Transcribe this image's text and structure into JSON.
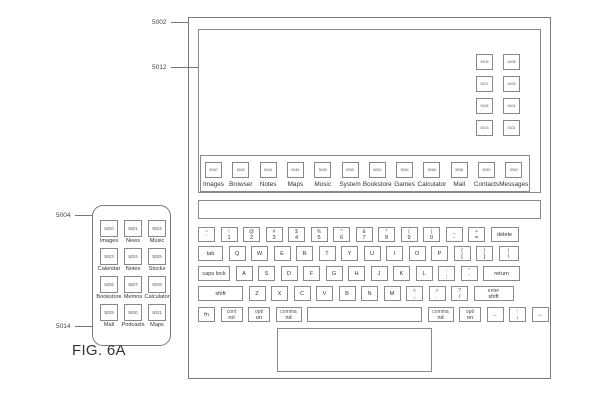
{
  "figure_label": "FIG. 6A",
  "refs": {
    "device": "5002",
    "display": "5012",
    "phone": "5004",
    "phone_dock": "5014"
  },
  "screen_tiles": [
    {
      "code": "5109"
    },
    {
      "code": "5108"
    },
    {
      "code": "5107"
    },
    {
      "code": "5106"
    },
    {
      "code": "5105"
    },
    {
      "code": "5104"
    },
    {
      "code": "5103"
    },
    {
      "code": "5102"
    }
  ],
  "dock_apps": [
    {
      "code": "5040",
      "label": "Images"
    },
    {
      "code": "5042",
      "label": "Browser"
    },
    {
      "code": "5044",
      "label": "Notes"
    },
    {
      "code": "5046",
      "label": "Maps"
    },
    {
      "code": "5048",
      "label": "Music"
    },
    {
      "code": "5050",
      "label": "System"
    },
    {
      "code": "5052",
      "label": "Bookstore"
    },
    {
      "code": "5054",
      "label": "Games"
    },
    {
      "code": "5056",
      "label": "Calculator"
    },
    {
      "code": "5058",
      "label": "Mail"
    },
    {
      "code": "5060",
      "label": "Contacts"
    },
    {
      "code": "5062",
      "label": "Messages"
    }
  ],
  "keyboard": {
    "row1": [
      {
        "top": "~",
        "bot": "`"
      },
      {
        "top": "!",
        "bot": "1"
      },
      {
        "top": "@",
        "bot": "2"
      },
      {
        "top": "#",
        "bot": "3"
      },
      {
        "top": "$",
        "bot": "4"
      },
      {
        "top": "%",
        "bot": "5"
      },
      {
        "top": "^",
        "bot": "6"
      },
      {
        "top": "&",
        "bot": "7"
      },
      {
        "top": "*",
        "bot": "8"
      },
      {
        "top": "(",
        "bot": "9"
      },
      {
        "top": ")",
        "bot": "0"
      },
      {
        "top": "_",
        "bot": "-"
      },
      {
        "top": "+",
        "bot": "="
      },
      {
        "top": "",
        "bot": "delete"
      }
    ],
    "row2": [
      {
        "top": "",
        "bot": "tab"
      },
      {
        "top": "",
        "bot": "Q"
      },
      {
        "top": "",
        "bot": "W"
      },
      {
        "top": "",
        "bot": "E"
      },
      {
        "top": "",
        "bot": "R"
      },
      {
        "top": "",
        "bot": "T"
      },
      {
        "top": "",
        "bot": "Y"
      },
      {
        "top": "",
        "bot": "U"
      },
      {
        "top": "",
        "bot": "I"
      },
      {
        "top": "",
        "bot": "O"
      },
      {
        "top": "",
        "bot": "P"
      },
      {
        "top": "{",
        "bot": "["
      },
      {
        "top": "}",
        "bot": "]"
      },
      {
        "top": "|",
        "bot": "\\"
      }
    ],
    "row3": [
      {
        "top": "",
        "bot": "caps lock"
      },
      {
        "top": "",
        "bot": "A"
      },
      {
        "top": "",
        "bot": "S"
      },
      {
        "top": "",
        "bot": "D"
      },
      {
        "top": "",
        "bot": "F"
      },
      {
        "top": "",
        "bot": "G"
      },
      {
        "top": "",
        "bot": "H"
      },
      {
        "top": "",
        "bot": "J"
      },
      {
        "top": "",
        "bot": "K"
      },
      {
        "top": "",
        "bot": "L"
      },
      {
        "top": ":",
        "bot": ";"
      },
      {
        "top": "\"",
        "bot": "'"
      },
      {
        "top": "",
        "bot": "return"
      }
    ],
    "row4": [
      {
        "top": "",
        "bot": "shift"
      },
      {
        "top": "",
        "bot": "Z"
      },
      {
        "top": "",
        "bot": "X"
      },
      {
        "top": "",
        "bot": "C"
      },
      {
        "top": "",
        "bot": "V"
      },
      {
        "top": "",
        "bot": "B"
      },
      {
        "top": "",
        "bot": "N"
      },
      {
        "top": "",
        "bot": "M"
      },
      {
        "top": "<",
        "bot": ","
      },
      {
        "top": ">",
        "bot": "."
      },
      {
        "top": "?",
        "bot": "/"
      },
      {
        "top": "enter",
        "bot": "shift"
      }
    ],
    "row5": [
      {
        "top": "",
        "bot": "fn"
      },
      {
        "top": "cont",
        "bot": "rol"
      },
      {
        "top": "opti",
        "bot": "on"
      },
      {
        "top": "comma",
        "bot": "nd"
      },
      {
        "top": "",
        "bot": ""
      },
      {
        "top": "comma",
        "bot": "nd"
      },
      {
        "top": "opti",
        "bot": "on"
      },
      {
        "top": "",
        "bot": "←"
      },
      {
        "top": "↑",
        "bot": "↓"
      },
      {
        "top": "",
        "bot": "→"
      }
    ]
  },
  "phone_apps": [
    {
      "code": "5020",
      "label": "Images"
    },
    {
      "code": "5021",
      "label": "News"
    },
    {
      "code": "5022",
      "label": "Music"
    },
    {
      "code": "5023",
      "label": "Calendar"
    },
    {
      "code": "5024",
      "label": "Notes"
    },
    {
      "code": "5025",
      "label": "Stocks"
    },
    {
      "code": "5026",
      "label": "Bookstore"
    },
    {
      "code": "5027",
      "label": "Memos"
    },
    {
      "code": "5028",
      "label": "Calculator"
    },
    {
      "code": "5029",
      "label": "Mail"
    },
    {
      "code": "5030",
      "label": "Podcasts"
    },
    {
      "code": "5031",
      "label": "Maps"
    }
  ]
}
